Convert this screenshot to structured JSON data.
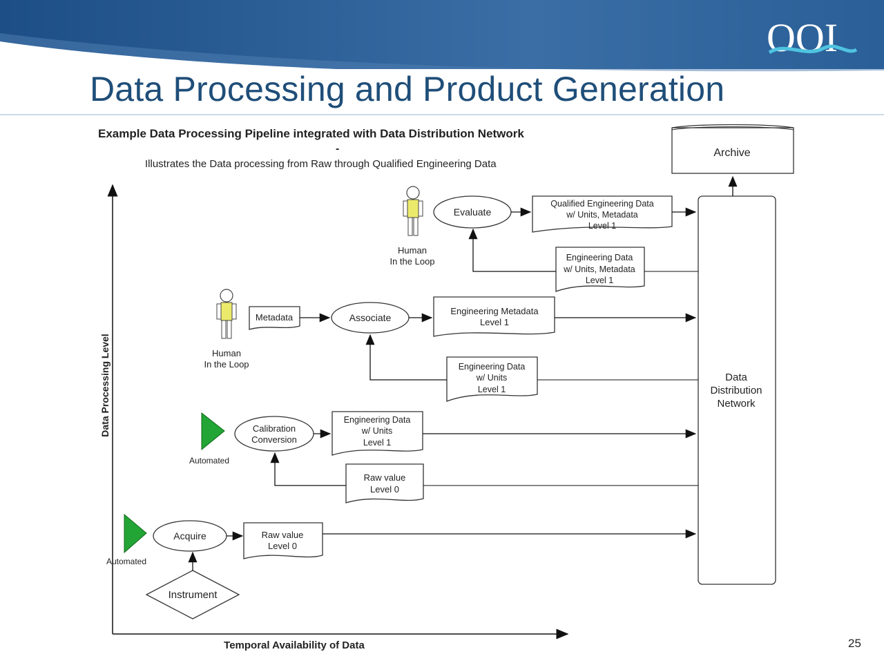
{
  "slide": {
    "title": "Data Processing and Product Generation",
    "page_number": "25",
    "logo_text": "OOI"
  },
  "diagram": {
    "heading": "Example Data Processing Pipeline integrated with Data Distribution Network",
    "heading_dash": "-",
    "subheading": "Illustrates the Data processing from Raw through Qualified Engineering Data",
    "y_axis_label": "Data Processing Level",
    "x_axis_label": "Temporal Availability of Data",
    "archive": "Archive",
    "ddn": [
      "Data",
      "Distribution",
      "Network"
    ],
    "instrument": "Instrument",
    "processes": {
      "acquire": "Acquire",
      "calibration": [
        "Calibration",
        "Conversion"
      ],
      "associate": "Associate",
      "evaluate": "Evaluate"
    },
    "actors": {
      "automated_1": "Automated",
      "automated_2": "Automated",
      "human_1": [
        "Human",
        "In the Loop"
      ],
      "human_2": [
        "Human",
        "In the Loop"
      ]
    },
    "documents": {
      "raw_value_1": [
        "Raw value",
        "Level 0"
      ],
      "raw_value_2": [
        "Raw value",
        "Level 0"
      ],
      "eng_units_1": [
        "Engineering  Data",
        "w/ Units",
        "Level 1"
      ],
      "eng_units_2": [
        "Engineering  Data",
        "w/ Units",
        "Level 1"
      ],
      "metadata": "Metadata",
      "eng_metadata": [
        "Engineering  Metadata",
        "Level 1"
      ],
      "eng_units_meta": [
        "Engineering  Data",
        "w/ Units, Metadata",
        "Level 1"
      ],
      "qualified": [
        "Qualified Engineering  Data",
        "w/ Units, Metadata",
        "Level 1"
      ]
    }
  },
  "colors": {
    "header_blue": "#2f5f8f",
    "title_blue": "#1f4e79",
    "automated_green": "#22a535",
    "human_yellow": "#ecea6a"
  }
}
